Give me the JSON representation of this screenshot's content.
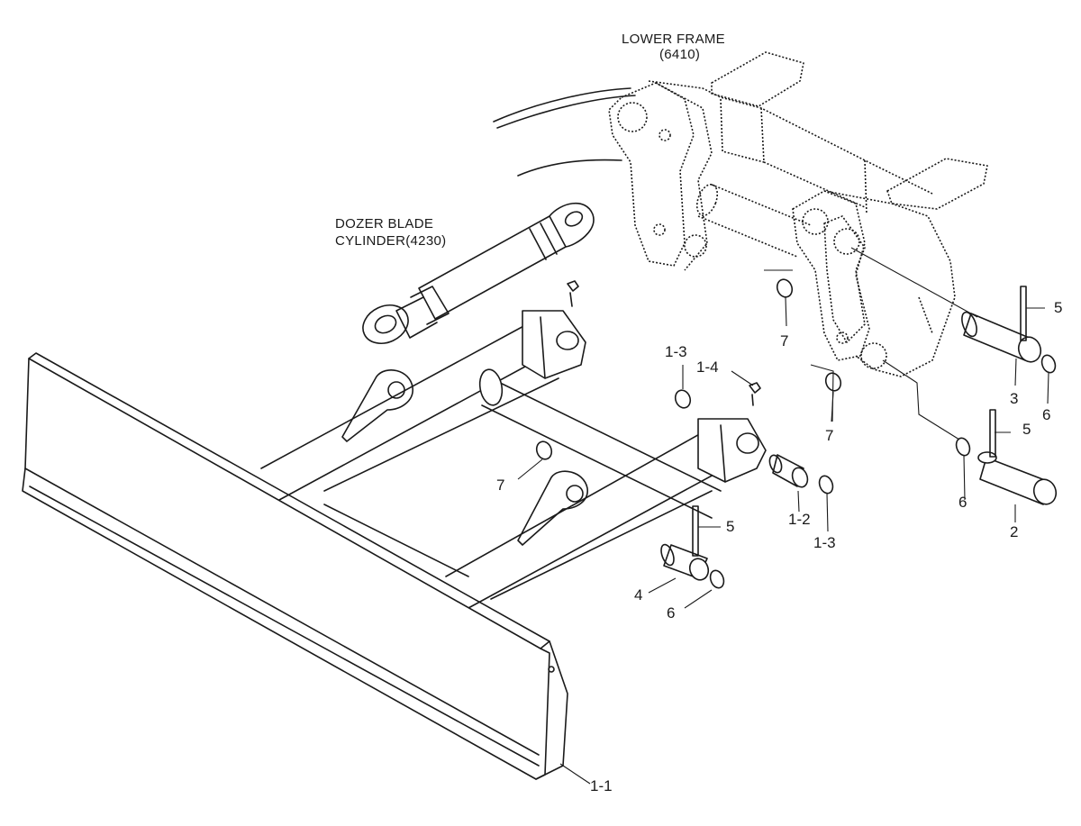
{
  "titles": {
    "lower_frame_line1": "LOWER FRAME",
    "lower_frame_line2": "(6410)",
    "cylinder_line1": "DOZER BLADE",
    "cylinder_line2": "CYLINDER(4230)"
  },
  "callouts": {
    "c_1_1": "1-1",
    "c_1_2": "1-2",
    "c_1_3_top": "1-3",
    "c_1_3_bottom": "1-3",
    "c_1_4": "1-4",
    "c_2": "2",
    "c_3": "3",
    "c_4": "4",
    "c_5_right": "5",
    "c_5_mid": "5",
    "c_5_bottom": "5",
    "c_6_right": "6",
    "c_6_mid": "6",
    "c_6_bottom": "6",
    "c_7_upper": "7",
    "c_7_middle": "7",
    "c_7_left": "7"
  }
}
